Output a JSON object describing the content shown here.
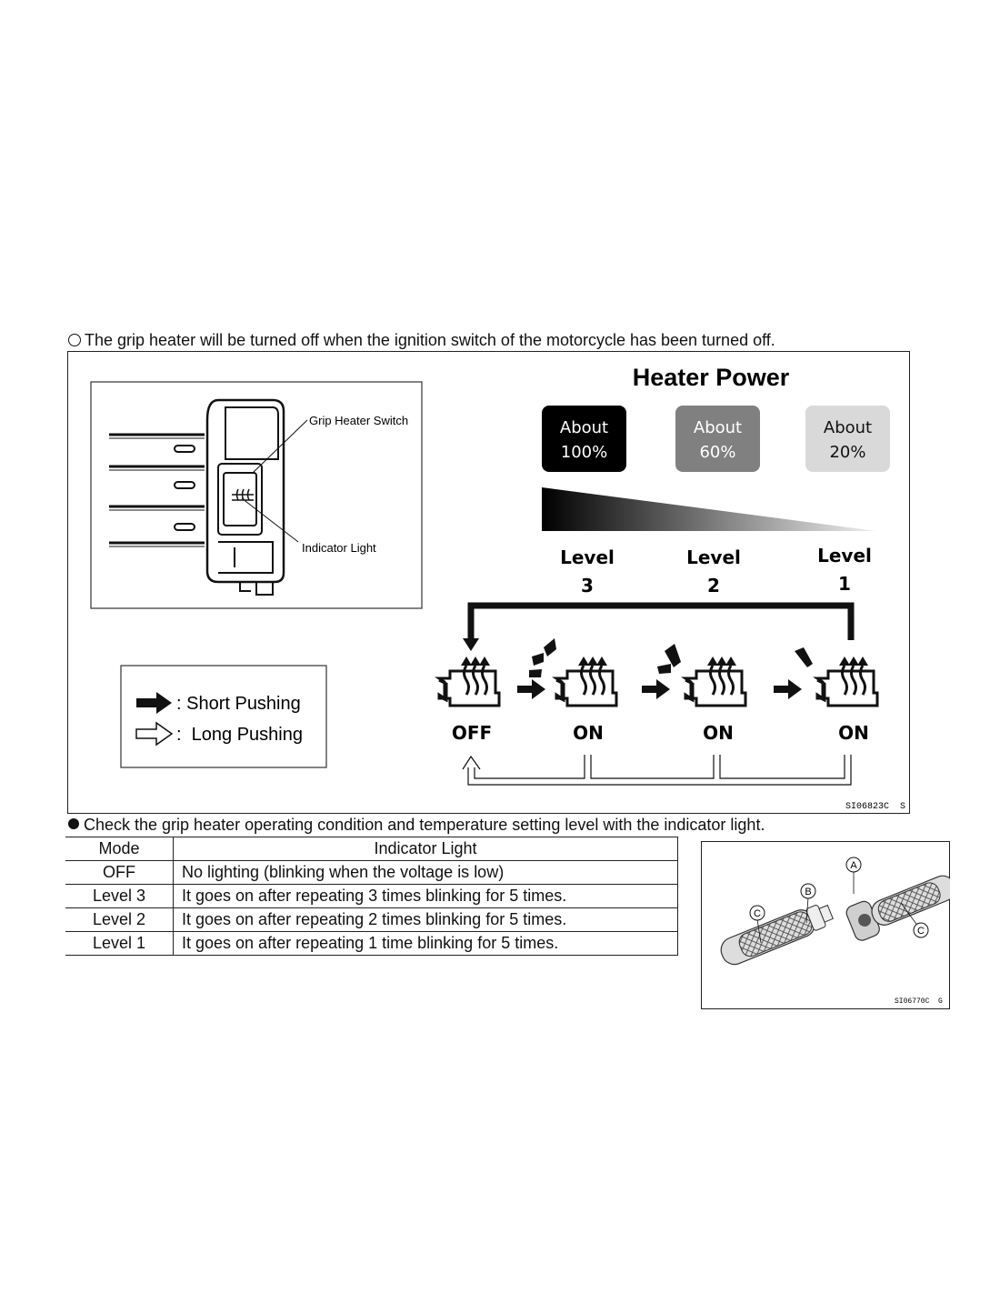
{
  "note": "The grip heater will be turned off when the ignition switch of the motorcycle has been turned off.",
  "diagram": {
    "switch_labels": {
      "switch": "Grip Heater Switch",
      "indicator": "Indicator Light"
    },
    "legend": {
      "short": ": Short Pushing",
      "long": ":  Long Pushing"
    },
    "power_title": "Heater Power",
    "power_boxes": [
      {
        "line1": "About",
        "line2": "100%",
        "bg": "#000000",
        "fg": "#ffffff"
      },
      {
        "line1": "About",
        "line2": "60%",
        "bg": "#808080",
        "fg": "#ffffff"
      },
      {
        "line1": "About",
        "line2": "20%",
        "bg": "#d9d9d9",
        "fg": "#111111"
      }
    ],
    "levels": [
      {
        "word": "Level",
        "num": "3"
      },
      {
        "word": "Level",
        "num": "2"
      },
      {
        "word": "Level",
        "num": "1"
      }
    ],
    "states": [
      "OFF",
      "ON",
      "ON",
      "ON"
    ],
    "code": "SI06823C  S"
  },
  "check_note": "Check the grip heater operating condition and temperature setting level with the indicator light.",
  "table": {
    "headers": [
      "Mode",
      "Indicator Light"
    ],
    "rows": [
      [
        "OFF",
        "No lighting (blinking when the voltage is low)"
      ],
      [
        "Level 3",
        "It goes on after repeating 3 times blinking for 5 times."
      ],
      [
        "Level 2",
        "It goes on after repeating 2 times blinking for 5 times."
      ],
      [
        "Level 1",
        "It goes on after repeating 1 time blinking for 5 times."
      ]
    ]
  },
  "grip_figure": {
    "label_a": "A",
    "label_b": "B",
    "label_c": "C",
    "code": "SI06770C  G"
  }
}
